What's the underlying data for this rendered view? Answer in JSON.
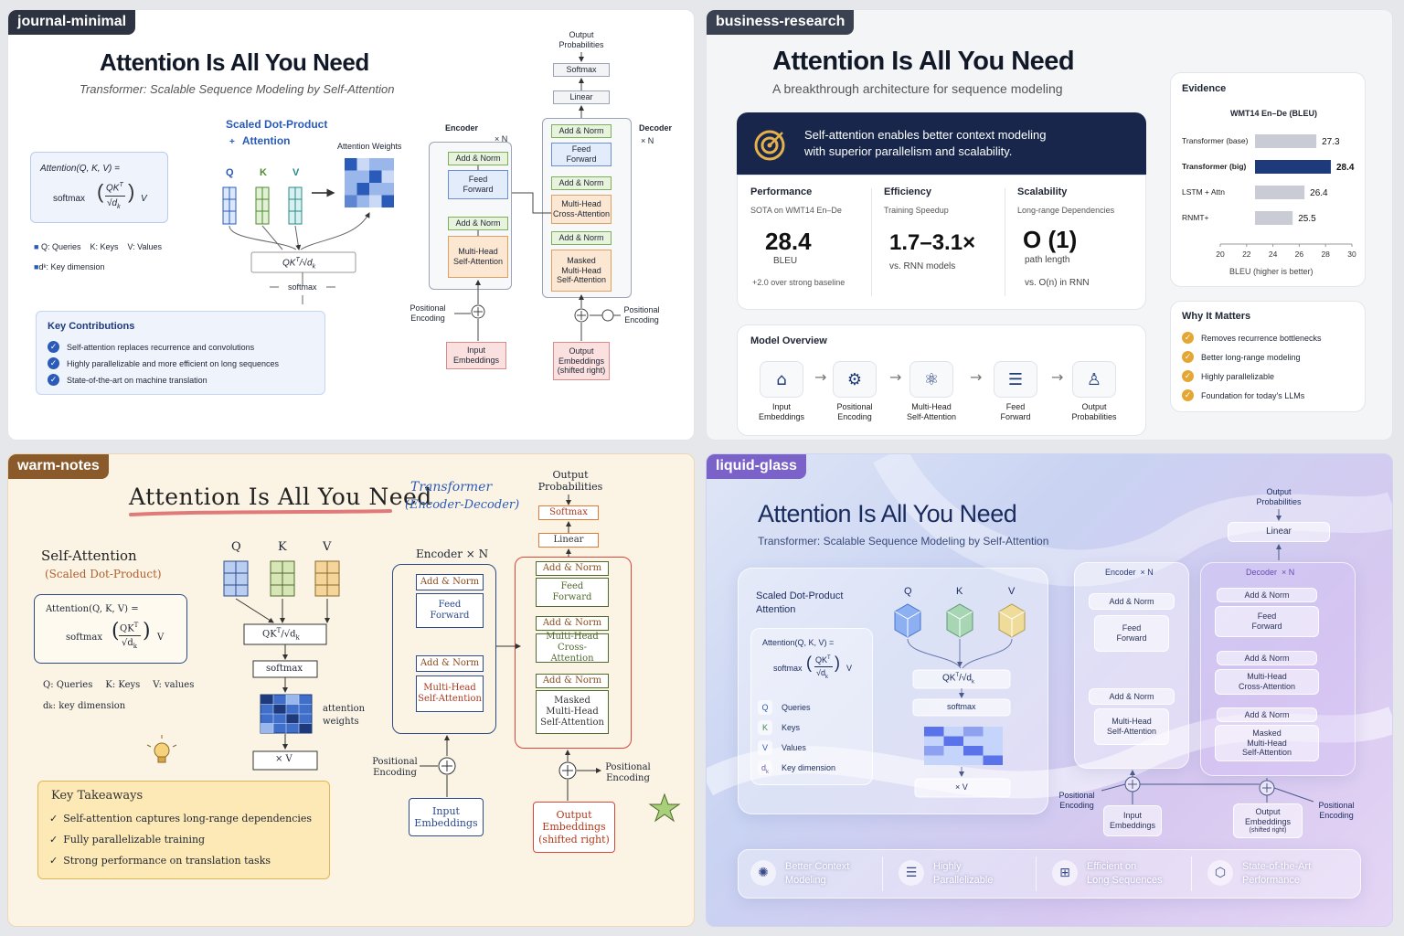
{
  "p1": {
    "tag": "journal-minimal",
    "title": "Attention Is All You Need",
    "subtitle": "Transformer: Scalable Sequence Modeling by Self-Attention",
    "formula_line1": "Attention(Q, K, V) =",
    "formula_softmax": "softmax",
    "formula_num": "QK",
    "formula_sup": "T",
    "formula_den": "√d",
    "formula_sub": "k",
    "formula_v": "V",
    "legend_q": "Q: Queries",
    "legend_k": "K: Keys",
    "legend_v": "V: Values",
    "legend_d": "d",
    "legend_d_sub": "k",
    "legend_d_text": ": Key dimension",
    "sdp_title1": "Scaled Dot-Product",
    "sdp_title2": "Attention",
    "sdp_plus": "+",
    "attn_weights": "Attention Weights",
    "q": "Q",
    "k": "K",
    "v": "V",
    "qkt": "QK",
    "qkt_sup": "T",
    "qkt_den": "/√d",
    "qkt_sub": "k",
    "softmax": "softmax",
    "contrib_title": "Key Contributions",
    "contribs": [
      "Self-attention replaces recurrence and convolutions",
      "Highly parallelizable and more efficient on long sequences",
      "State-of-the-art on machine translation"
    ],
    "encoder_label": "Encoder",
    "decoder_label": "Decoder",
    "xn": "× N",
    "enc_blocks": [
      "Add & Norm",
      "Feed\nForward",
      "Add & Norm",
      "Multi-Head\nSelf-Attention"
    ],
    "dec_blocks": [
      "Add & Norm",
      "Feed\nForward",
      "Add & Norm",
      "Multi-Head\nCross-Attention",
      "Add & Norm",
      "Masked\nMulti-Head\nSelf-Attention"
    ],
    "output_probs": "Output\nProbabilities",
    "softmax_top": "Softmax",
    "linear": "Linear",
    "pos_enc_left": "Positional\nEncoding",
    "pos_enc_right": "Positional\nEncoding",
    "input_emb": "Input\nEmbeddings",
    "output_emb": "Output\nEmbeddings\n(shifted right)"
  },
  "p2": {
    "tag": "business-research",
    "title": "Attention Is All You Need",
    "subtitle": "A breakthrough architecture for sequence modeling",
    "banner": "Self-attention enables better context modeling\nwith superior parallelism and scalability.",
    "metrics": [
      {
        "head": "Performance",
        "caption": "SOTA on WMT14 En–De",
        "value": "28.4",
        "unit": "BLEU",
        "note": "+2.0 over strong baseline"
      },
      {
        "head": "Efficiency",
        "caption": "Training Speedup",
        "value": "1.7–3.1×",
        "unit": "",
        "note": "vs. RNN models"
      },
      {
        "head": "Scalability",
        "caption": "Long-range Dependencies",
        "value": "O (1)",
        "unit": "path length",
        "note": "vs. O(n) in RNN"
      }
    ],
    "overview_title": "Model Overview",
    "overview_steps": [
      "Input\nEmbeddings",
      "Positional\nEncoding",
      "Multi-Head\nSelf-Attention",
      "Feed\nForward",
      "Output\nProbabilities"
    ],
    "overview_arrow": "→",
    "evidence_title": "Evidence",
    "why_title": "Why It Matters",
    "why_items": [
      "Removes recurrence bottlenecks",
      "Better long-range modeling",
      "Highly parallelizable",
      "Foundation for today's LLMs"
    ],
    "accent": "#1e3a7b",
    "banner_bg": "#17264a"
  },
  "chart_data": {
    "type": "bar",
    "orientation": "horizontal",
    "title": "WMT14 En–De (BLEU)",
    "categories": [
      "Transformer (base)",
      "Transformer (big)",
      "LSTM + Attn",
      "RNMT+"
    ],
    "values": [
      27.3,
      28.4,
      26.4,
      25.5
    ],
    "highlight": "Transformer (big)",
    "xlabel": "BLEU (higher is better)",
    "xlim": [
      20,
      30
    ],
    "xticks": [
      20,
      22,
      24,
      26,
      28,
      30
    ]
  },
  "p3": {
    "tag": "warm-notes",
    "title": "Attention Is All You Need",
    "side1": "Transformer",
    "side2": "(Encoder-Decoder)",
    "self_attn": "Self-Attention",
    "scaled": "(Scaled Dot-Product)",
    "formula_line1": "Attention(Q, K, V) =",
    "formula_softmax": "softmax",
    "formula_num": "QK",
    "formula_sup": "T",
    "formula_den": "√d",
    "formula_sub": "k",
    "formula_v": "V",
    "legend_q": "Q: Queries",
    "legend_k": "K: Keys",
    "legend_v": "V: values",
    "legend_d": "d",
    "legend_d_sub": "k",
    "legend_d_text": ": key dimension",
    "q": "Q",
    "k": "K",
    "v": "V",
    "qkt": "QK",
    "qkt_sup": "T",
    "qkt_den": "/√d",
    "qkt_sub": "k",
    "softmax": "softmax",
    "attn_weights": "attention\nweights",
    "xv": "× V",
    "takeaways_title": "Key Takeaways",
    "takeaways": [
      "Self-attention captures long-range dependencies",
      "Fully parallelizable training",
      "Strong performance on translation tasks"
    ],
    "encoder_label": "Encoder",
    "xn": "× N",
    "enc_blocks": [
      "Add & Norm",
      "Feed\nForward",
      "Add & Norm",
      "Multi-Head\nSelf-Attention"
    ],
    "dec_blocks": [
      "Add & Norm",
      "Feed\nForward",
      "Add & Norm",
      "Multi-Head\nCross-Attention",
      "Add & Norm",
      "Masked\nMulti-Head\nSelf-Attention"
    ],
    "output_probs": "Output\nProbabilities",
    "softmax_top": "Softmax",
    "linear": "Linear",
    "pos_enc_left": "Positional\nEncoding",
    "pos_enc_right": "Positional\nEncoding",
    "input_emb": "Input\nEmbeddings",
    "output_emb": "Output\nEmbeddings\n(shifted right)"
  },
  "p4": {
    "tag": "liquid-glass",
    "title": "Attention Is All You Need",
    "subtitle": "Transformer: Scalable Sequence Modeling by Self-Attention",
    "sdp_title": "Scaled Dot-Product\nAttention",
    "formula_line1": "Attention(Q, K, V) =",
    "formula_softmax": "softmax",
    "formula_num": "QK",
    "formula_sup": "T",
    "formula_den": "√d",
    "formula_sub": "k",
    "formula_v": "V",
    "legend": [
      {
        "sym": "Q",
        "text": "Queries"
      },
      {
        "sym": "K",
        "text": "Keys"
      },
      {
        "sym": "V",
        "text": "Values"
      },
      {
        "sym": "d",
        "text": "Key dimension"
      }
    ],
    "legend_d_sub": "k",
    "q": "Q",
    "k": "K",
    "v": "V",
    "qkt": "QK",
    "qkt_sup": "T",
    "qkt_den": "/√d",
    "qkt_sub": "k",
    "softmax": "softmax",
    "xv": "× V",
    "encoder_label": "Encoder  × N",
    "decoder_label": "Decoder  × N",
    "enc_blocks": [
      "Add & Norm",
      "Feed\nForward",
      "Add & Norm",
      "Multi-Head\nSelf-Attention"
    ],
    "dec_blocks": [
      "Add & Norm",
      "Feed\nForward",
      "Add & Norm",
      "Multi-Head\nCross-Attention",
      "Add & Norm",
      "Masked\nMulti-Head\nSelf-Attention"
    ],
    "output_probs": "Output\nProbabilities",
    "linear": "Linear",
    "pos_enc_left": "Positional\nEncoding",
    "pos_enc_right": "Positional\nEncoding",
    "input_emb": "Input\nEmbeddings",
    "output_emb": "Output\nEmbeddings",
    "output_emb_small": "(shifted right)",
    "features": [
      "Better Context\nModeling",
      "Highly\nParallelizable",
      "Efficient on\nLong Sequences",
      "State-of-the-Art\nPerformance"
    ]
  }
}
